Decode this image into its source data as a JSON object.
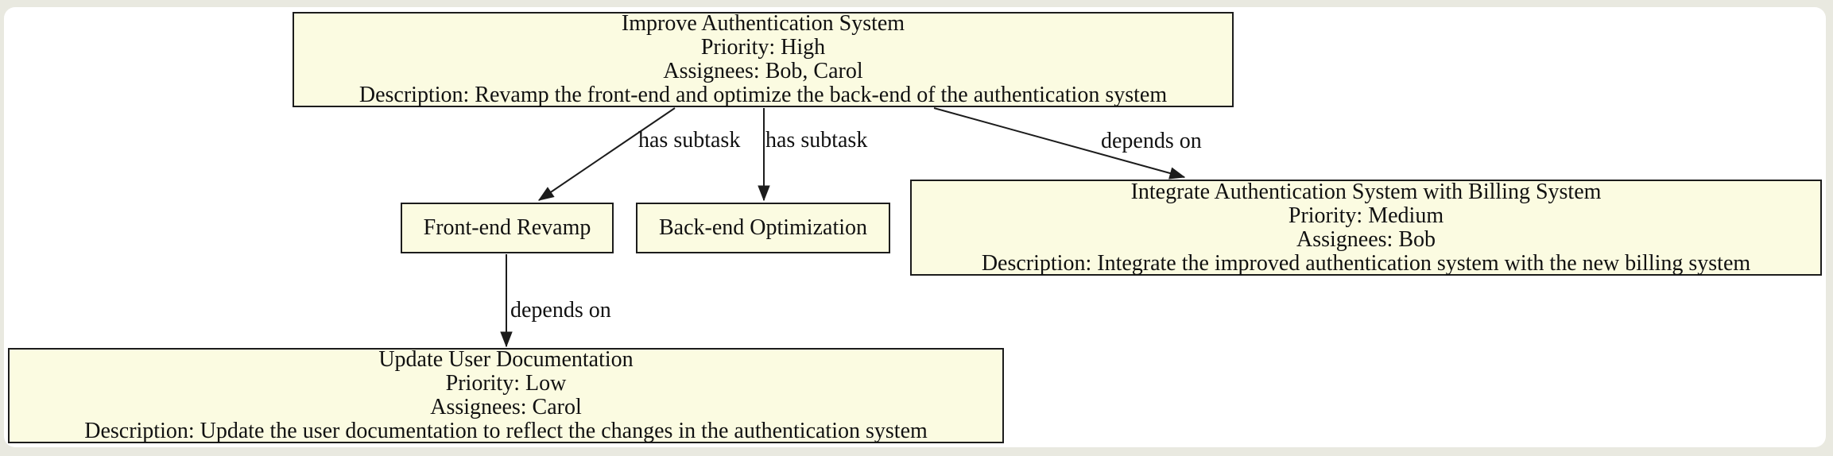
{
  "diagram": {
    "type": "task-dependency-graph",
    "colors": {
      "page_background": "#e9e9e0",
      "canvas_background": "#ffffff",
      "node_fill": "#fbfbe1",
      "node_border": "#1c1c1c",
      "edge_stroke": "#1c1c1c",
      "text": "#111111"
    },
    "nodes": {
      "improve_auth": {
        "lines": [
          "Improve Authentication System",
          "Priority: High",
          "Assignees: Bob, Carol",
          "Description: Revamp the front-end and optimize the back-end of the authentication system"
        ]
      },
      "frontend_revamp": {
        "label": "Front-end Revamp"
      },
      "backend_optimization": {
        "label": "Back-end Optimization"
      },
      "integrate_billing": {
        "lines": [
          "Integrate Authentication System with Billing System",
          "Priority: Medium",
          "Assignees: Bob",
          "Description: Integrate the improved authentication system with the new billing system"
        ]
      },
      "update_docs": {
        "lines": [
          "Update User Documentation",
          "Priority: Low",
          "Assignees: Carol",
          "Description: Update the user documentation to reflect the changes in the authentication system"
        ]
      }
    },
    "edges": [
      {
        "from": "improve_auth",
        "to": "frontend_revamp",
        "label": "has subtask"
      },
      {
        "from": "improve_auth",
        "to": "backend_optimization",
        "label": "has subtask"
      },
      {
        "from": "improve_auth",
        "to": "integrate_billing",
        "label": "depends on"
      },
      {
        "from": "frontend_revamp",
        "to": "update_docs",
        "label": "depends on"
      }
    ]
  }
}
